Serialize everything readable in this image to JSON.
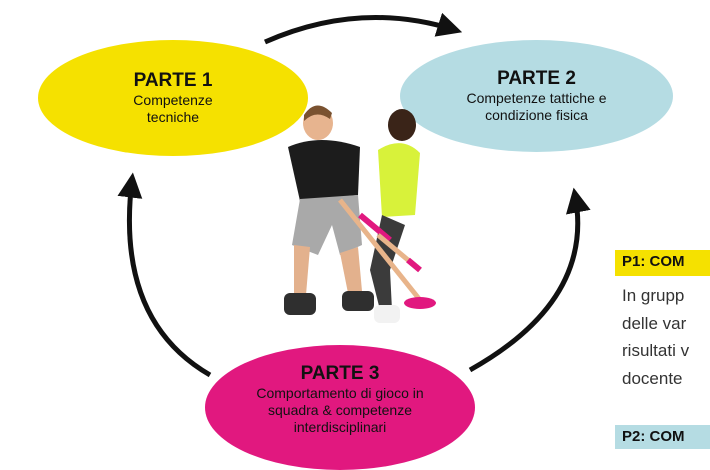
{
  "parts": [
    {
      "title": "PARTE 1",
      "description": "Competenze tecniche",
      "color": "#f5e100"
    },
    {
      "title": "PARTE 2",
      "description": "Competenze tattiche e condizione fisica",
      "color": "#b5dce3"
    },
    {
      "title": "PARTE 3",
      "description": "Comportamento di gioco in squadra & competenze interdisciplinari",
      "color": "#e1187f"
    }
  ],
  "side_panel": {
    "heading_1": "P1: COM",
    "lines": [
      "In grupp",
      "delle var",
      "risultati v",
      "docente"
    ],
    "heading_2": "P2: COM"
  },
  "image": {
    "icon": "floorball-players-photo"
  }
}
